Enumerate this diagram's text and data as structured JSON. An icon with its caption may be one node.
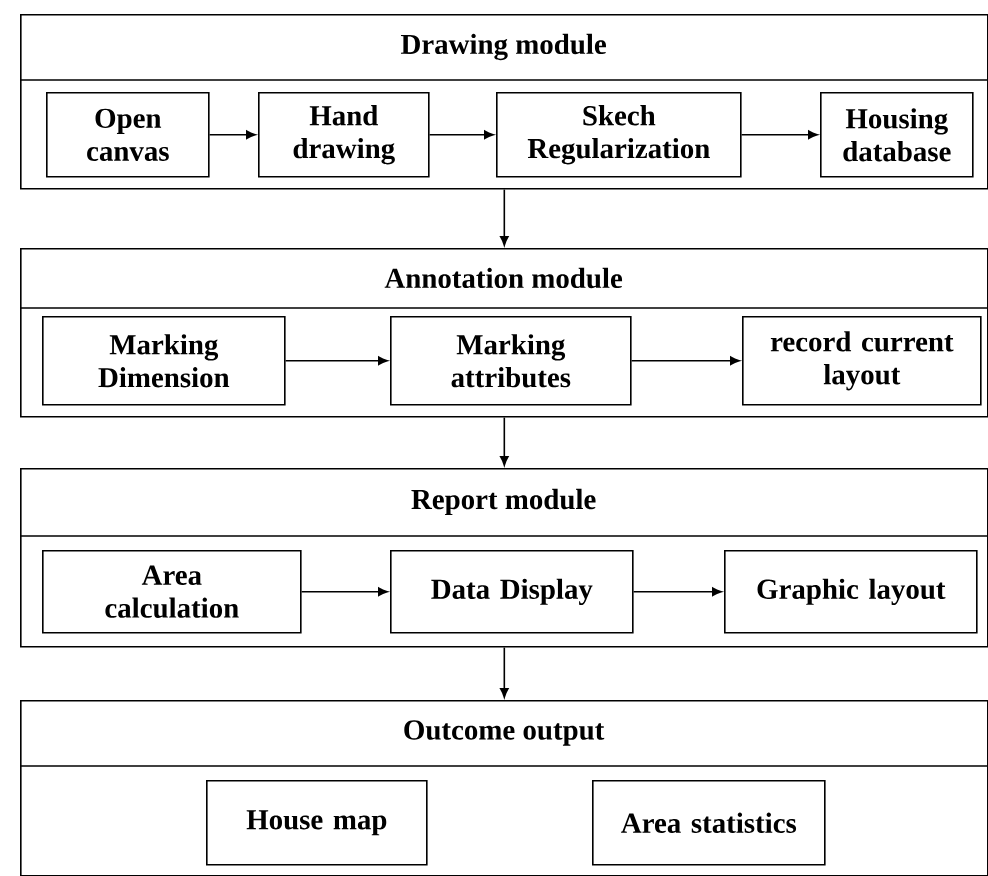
{
  "diagram": {
    "nodes": [
      {
        "text": [
          "Drawing module"
        ]
      },
      {
        "text": [
          "Open canvas"
        ],
        "in": 0
      },
      {
        "text": [
          "Hand drawing"
        ],
        "in": 0
      },
      {
        "text": [
          "Skech Regularization"
        ],
        "in": 0
      },
      {
        "text": [
          "Housing database"
        ],
        "in": 0
      },
      {
        "text": [
          "Annotation module"
        ]
      },
      {
        "text": [
          "Marking Dimension"
        ],
        "in": 5
      },
      {
        "text": [
          "Marking attributes"
        ],
        "in": 5
      },
      {
        "text": [
          "record current layout"
        ],
        "in": 5
      },
      {
        "text": [
          "Report module"
        ]
      },
      {
        "text": [
          "Area calculation"
        ],
        "in": 9
      },
      {
        "text": [
          "Data Display"
        ],
        "in": 9
      },
      {
        "text": [
          "Graphic layout"
        ],
        "in": 9
      },
      {
        "text": [
          "Outcome output"
        ]
      },
      {
        "text": [
          "House map"
        ],
        "in": 13
      },
      {
        "text": [
          "Area statistics"
        ],
        "in": 13
      }
    ],
    "edges": [
      {
        "from": 1,
        "to": 2,
        "arrow": "to"
      },
      {
        "from": 2,
        "to": 3,
        "arrow": "to"
      },
      {
        "from": 3,
        "to": 4,
        "arrow": "to"
      },
      {
        "from": 0,
        "to": 5,
        "arrow": "to"
      },
      {
        "from": 6,
        "to": 7,
        "arrow": "to"
      },
      {
        "from": 7,
        "to": 8,
        "arrow": "to"
      },
      {
        "from": 5,
        "to": 9,
        "arrow": "to"
      },
      {
        "from": 10,
        "to": 11,
        "arrow": "to"
      },
      {
        "from": 11,
        "to": 12,
        "arrow": "to"
      },
      {
        "from": 9,
        "to": 13,
        "arrow": "to"
      }
    ]
  }
}
